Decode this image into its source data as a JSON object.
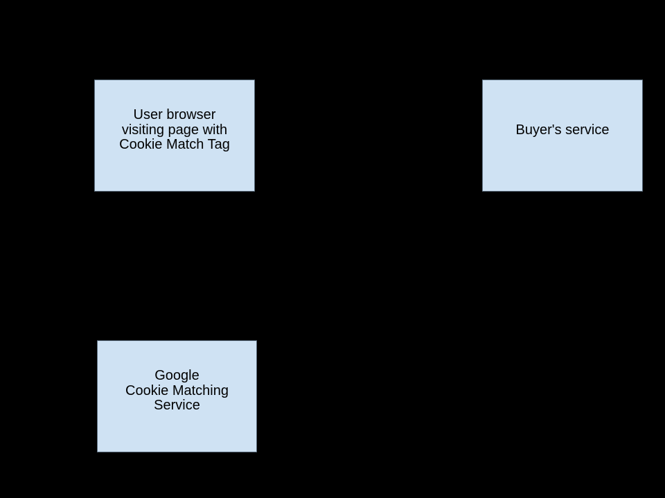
{
  "diagram": {
    "background_color": "#000000",
    "node_fill_color": "#cfe2f3",
    "node_border_color": "#5f7182",
    "text_color": "#000000",
    "nodes": {
      "user_browser": {
        "label": "User browser\nvisiting page with\nCookie Match Tag"
      },
      "buyers_service": {
        "label": "Buyer's service"
      },
      "google_cms": {
        "label": "Google\nCookie Matching\nService"
      }
    }
  }
}
